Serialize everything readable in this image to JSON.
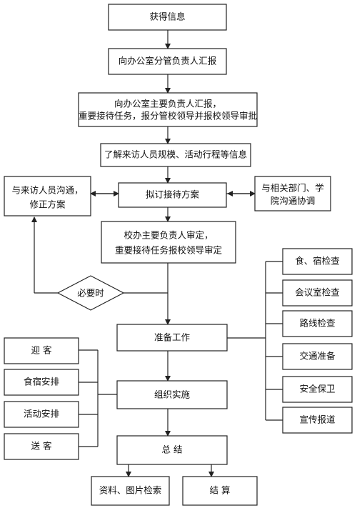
{
  "nodes": {
    "obtain_info": "获得信息",
    "report_office_deputy": "向办公室分管负责人汇报",
    "report_office_head": [
      "向办公室主要负责人汇报，",
      "重要接待任务，报分管校领导并报校领导审批"
    ],
    "understand_visitors": "了解来访人员规模、活动行程等信息",
    "draft_plan": "拟订接待方案",
    "communicate_visitors": [
      "与来访人员沟通，",
      "修正方案"
    ],
    "coordinate_departments": [
      "与相关部门、学",
      "院沟通协调"
    ],
    "office_head_review": [
      "校办主要负责人审定，",
      "重要接待任务报校领导审定"
    ],
    "when_necessary": "必要时",
    "preparation": "准备工作",
    "organize_implement": "组织实施",
    "summary": "总 结",
    "archive_photos": "资料、图片检索",
    "settlement": "结 算",
    "left_items": [
      "迎 客",
      "食宿安排",
      "活动安排",
      "送 客"
    ],
    "right_items": [
      "食、宿检查",
      "会议室检查",
      "路线检查",
      "交通准备",
      "安全保卫",
      "宣传报道"
    ]
  }
}
